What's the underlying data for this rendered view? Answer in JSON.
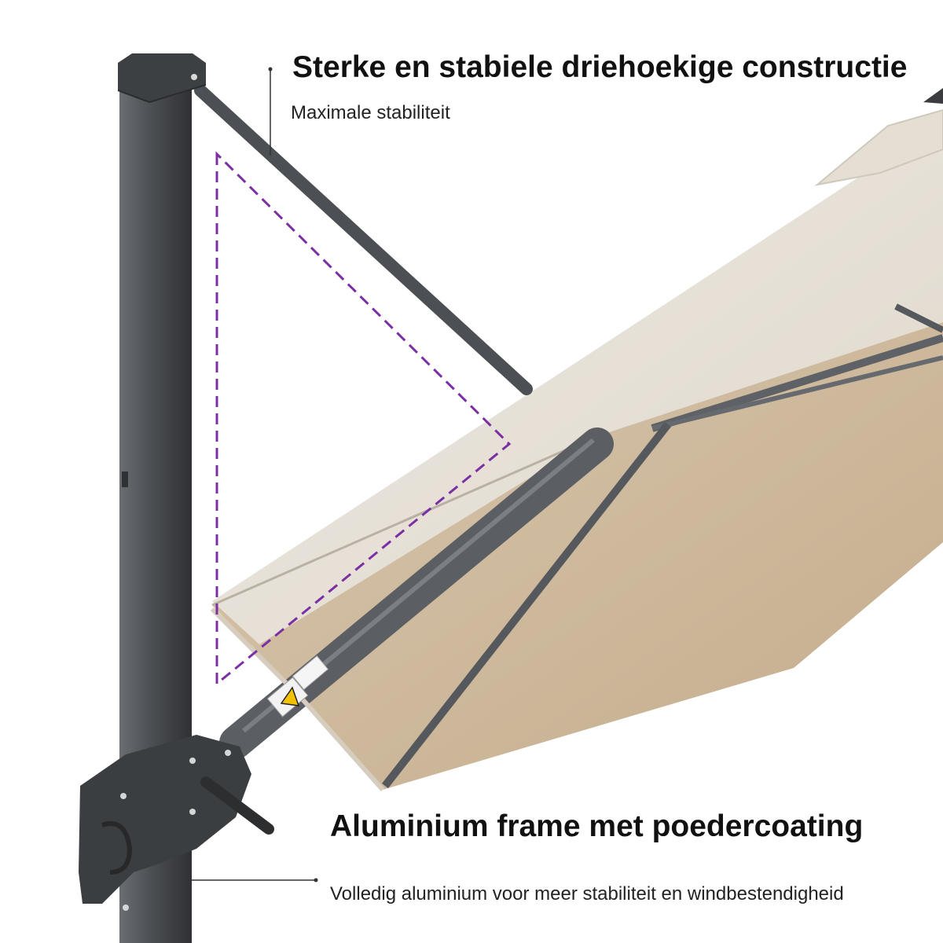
{
  "captions": {
    "top": {
      "title": "Sterke en stabiele driehoekige constructie",
      "subtitle": "Maximale stabiliteit"
    },
    "bottom": {
      "title": "Aluminium frame met poedercoating",
      "subtitle": "Volledig aluminium voor meer stabiliteit en windbestendigheid"
    }
  },
  "colors": {
    "canopy_top": "#e8e3da",
    "canopy_under": "#cdb79a",
    "frame": "#55585c",
    "triangle_outline": "#7b2fa2",
    "background": "#ffffff"
  },
  "icons": [
    "warning-label-icon"
  ]
}
